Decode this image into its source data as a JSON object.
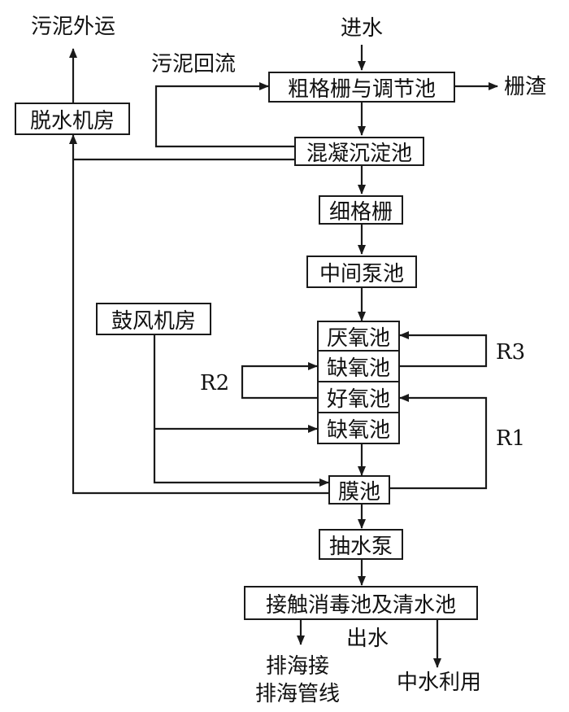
{
  "nodes": {
    "coarse_screen": "粗格栅与调节池",
    "coagulation": "混凝沉淀池",
    "fine_screen": "细格栅",
    "pump_tank": "中间泵池",
    "anaerobic": "厌氧池",
    "anoxic1": "缺氧池",
    "aerobic": "好氧池",
    "anoxic2": "缺氧池",
    "membrane": "膜池",
    "suction_pump": "抽水泵",
    "disinfection": "接触消毒池及清水池",
    "dewatering": "脱水机房",
    "blower": "鼓风机房"
  },
  "labels": {
    "inflow": "进水",
    "screenings": "栅渣",
    "sludge_return": "污泥回流",
    "sludge_out": "污泥外运",
    "outflow": "出水",
    "sea_line_1": "排海接",
    "sea_line_2": "排海管线",
    "reuse": "中水利用",
    "r1": "R1",
    "r2": "R2",
    "r3": "R3"
  }
}
